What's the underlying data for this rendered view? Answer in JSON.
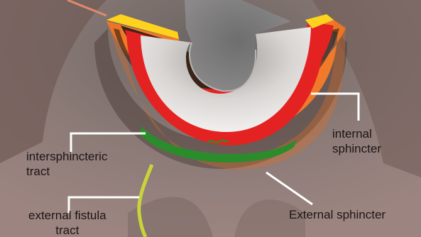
{
  "labels": {
    "internal_sphincter": [
      "internal",
      "sphincter"
    ],
    "intersphincteric_tract": [
      "intersphincteric",
      "tract"
    ],
    "external_sphincter": "External sphincter",
    "external_fistula_tract": [
      "external fistula",
      "tract"
    ]
  },
  "colors": {
    "background_skin": "#8a7672",
    "shadow": "#5f5553",
    "external_sphincter": "#f07a2a",
    "internal_sphincter": "#e52222",
    "intersphincteric_layer": "#2b8c2b",
    "mucosa": "#e6e4e2",
    "fistula_tract": "#c8d43c",
    "leader_lines": "#ffffff",
    "yellow_edge": "#ffd21e"
  }
}
